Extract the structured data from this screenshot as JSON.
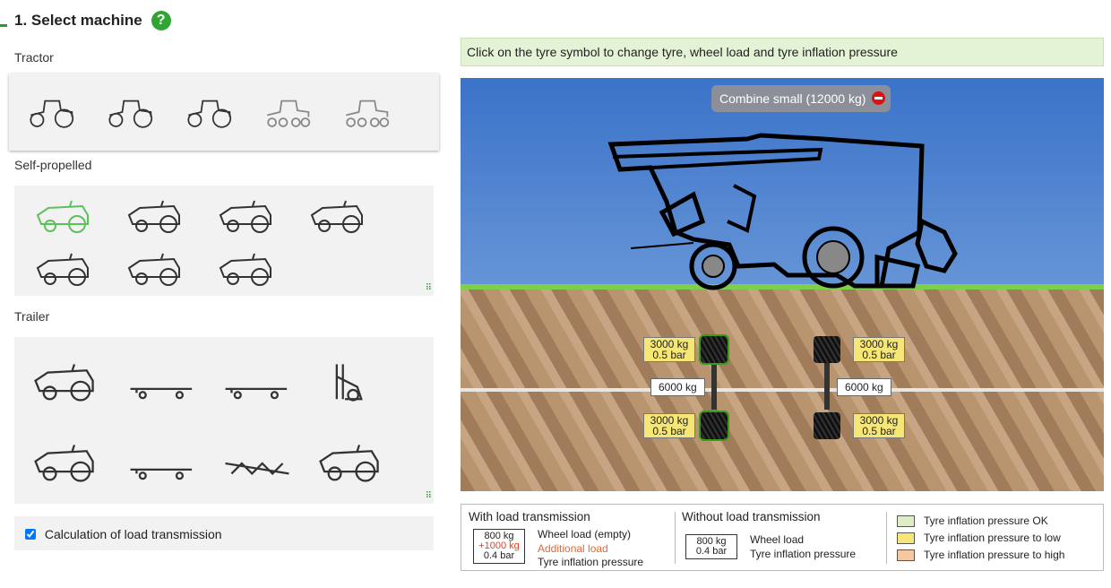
{
  "title": "1. Select machine",
  "help": "?",
  "sections": {
    "tractor": "Tractor",
    "self_propelled": "Self-propelled",
    "trailer": "Trailer"
  },
  "tractor_icons": [
    "tractor-small",
    "tractor-medium",
    "tractor-large",
    "tractor-tracked",
    "tractor-half-track"
  ],
  "self_propelled_icons": [
    "combine-small",
    "combine-medium",
    "combine-large",
    "forage-harvester",
    "sprayer-self-propelled",
    "sugar-beet-harvester",
    "combine-with-header"
  ],
  "trailer_icons": [
    "baler",
    "flatbed-trailer",
    "tandem-trailer",
    "front-loader",
    "grain-cart",
    "tipping-trailer",
    "plough",
    "sprayer-trailer"
  ],
  "checkbox": {
    "label": "Calculation of load transmission",
    "checked": true
  },
  "notice": "Click on the tyre symbol to change tyre, wheel load and tyre inflation pressure",
  "machine": {
    "label": "Combine small (12000 kg)"
  },
  "axles": [
    {
      "top": {
        "load": "3000 kg",
        "pressure": "0.5 bar"
      },
      "bottom": {
        "load": "3000 kg",
        "pressure": "0.5 bar"
      },
      "axle_load": "6000 kg"
    },
    {
      "top": {
        "load": "3000 kg",
        "pressure": "0.5 bar"
      },
      "bottom": {
        "load": "3000 kg",
        "pressure": "0.5 bar"
      },
      "axle_load": "6000 kg"
    }
  ],
  "legend": {
    "with": {
      "title": "With load transmission",
      "box": [
        "800 kg",
        "+1000 kg",
        "0.4 bar"
      ],
      "labels": [
        "Wheel load (empty)",
        "Additional load",
        "Tyre inflation pressure"
      ]
    },
    "without": {
      "title": "Without load transmission",
      "box": [
        "800 kg",
        "0.4 bar"
      ],
      "labels": [
        "Wheel load",
        "Tyre inflation pressure"
      ]
    },
    "status": [
      {
        "label": "Tyre inflation pressure OK",
        "color": "#dcedc8"
      },
      {
        "label": "Tyre inflation pressure to low",
        "color": "#f6e675"
      },
      {
        "label": "Tyre inflation pressure to high",
        "color": "#f7c8a0"
      }
    ]
  }
}
